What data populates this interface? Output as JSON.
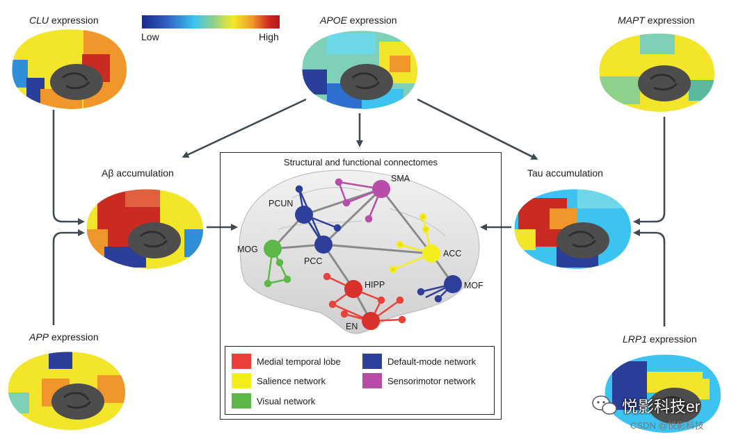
{
  "colorbar": {
    "low": "Low",
    "high": "High"
  },
  "expressions": {
    "clu": {
      "gene": "CLU",
      "suffix": " expression"
    },
    "apoe": {
      "gene": "APOE",
      "suffix": " expression"
    },
    "mapt": {
      "gene": "MAPT",
      "suffix": " expression"
    },
    "app": {
      "gene": "APP",
      "suffix": " expression"
    },
    "lrp1": {
      "gene": "LRP1",
      "suffix": " expression"
    }
  },
  "accumulation": {
    "abeta": "Aβ accumulation",
    "tau": "Tau accumulation"
  },
  "connectome": {
    "title": "Structural and functional connectomes",
    "nodes": {
      "sma": "SMA",
      "pcun": "PCUN",
      "mog": "MOG",
      "pcc": "PCC",
      "acc": "ACC",
      "hipp": "HIPP",
      "mof": "MOF",
      "en": "EN"
    }
  },
  "legend": {
    "mtl": {
      "label": "Medial temporal lobe",
      "color": "#e8423a"
    },
    "dmn": {
      "label": "Default-mode network",
      "color": "#2e3f9a"
    },
    "sal": {
      "label": "Salience network",
      "color": "#f4ee1c"
    },
    "smn": {
      "label": "Sensorimotor network",
      "color": "#b84da8"
    },
    "vis": {
      "label": "Visual network",
      "color": "#5db84a"
    }
  },
  "watermark": {
    "main": "悦影科技er",
    "sub": "CSDN @悦影科技"
  }
}
